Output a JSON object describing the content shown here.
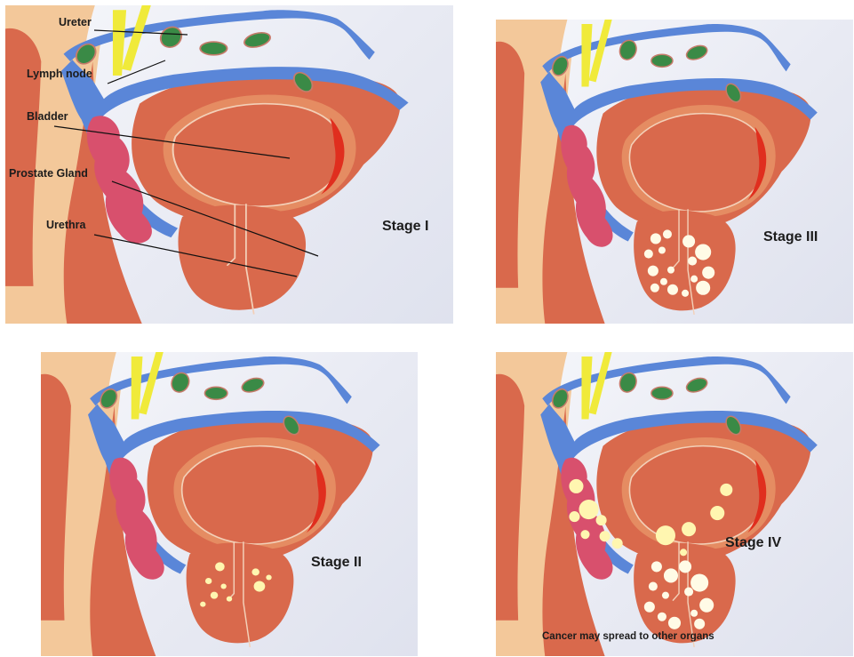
{
  "colors": {
    "tissue": "#d9694c",
    "tissue_light": "#e58c62",
    "tissue_dark": "#c44a33",
    "lumen_rim": "#e02e1e",
    "skin": "#f3c89a",
    "vessel": "#5a86d8",
    "lymph_node": "#3a8a46",
    "nerve": "#f0ea3a",
    "vesicle": "#d8506d",
    "tumor": "#fffbe6",
    "tumor_yellow": "#fff6b0"
  },
  "labels": {
    "ureter": "Ureter",
    "lymph_node": "Lymph node",
    "bladder": "Bladder",
    "prostate_gland": "Prostate Gland",
    "urethra": "Urethra"
  },
  "panels": [
    {
      "stage": "Stage I"
    },
    {
      "stage": "Stage III"
    },
    {
      "stage": "Stage II"
    },
    {
      "stage": "Stage IV",
      "note": "Cancer may spread to other organs"
    }
  ]
}
